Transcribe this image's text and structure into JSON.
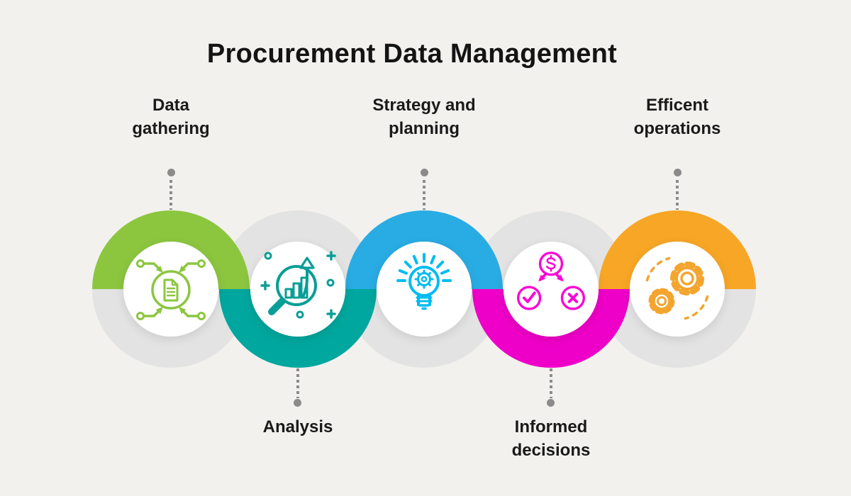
{
  "title": "Procurement Data Management",
  "steps": [
    {
      "label": "Data gathering",
      "side": "top",
      "arc_color": "#8CC63F",
      "icon_color": "#8CC63F",
      "icon": "document-network-icon"
    },
    {
      "label": "Analysis",
      "side": "bottom",
      "arc_color": "#00A79E",
      "icon_color": "#0A9E96",
      "icon": "magnifier-chart-icon"
    },
    {
      "label": "Strategy and planning",
      "side": "top",
      "arc_color": "#29ACE3",
      "icon_color": "#00BCF2",
      "icon": "lightbulb-gear-icon"
    },
    {
      "label": "Informed decisions",
      "side": "bottom",
      "arc_color": "#EF00C8",
      "icon_color": "#FB06D6",
      "icon": "decision-branch-icon"
    },
    {
      "label": "Efficent operations",
      "side": "top",
      "arc_color": "#F8A625",
      "icon_color": "#F3A52F",
      "icon": "gears-icon"
    }
  ],
  "palette": {
    "background": "#F2F1EE",
    "ring_gray": "#E3E3E3",
    "connector_gray": "#8B8B8B",
    "text": "#181818",
    "inner_circle": "#FFFFFF"
  }
}
